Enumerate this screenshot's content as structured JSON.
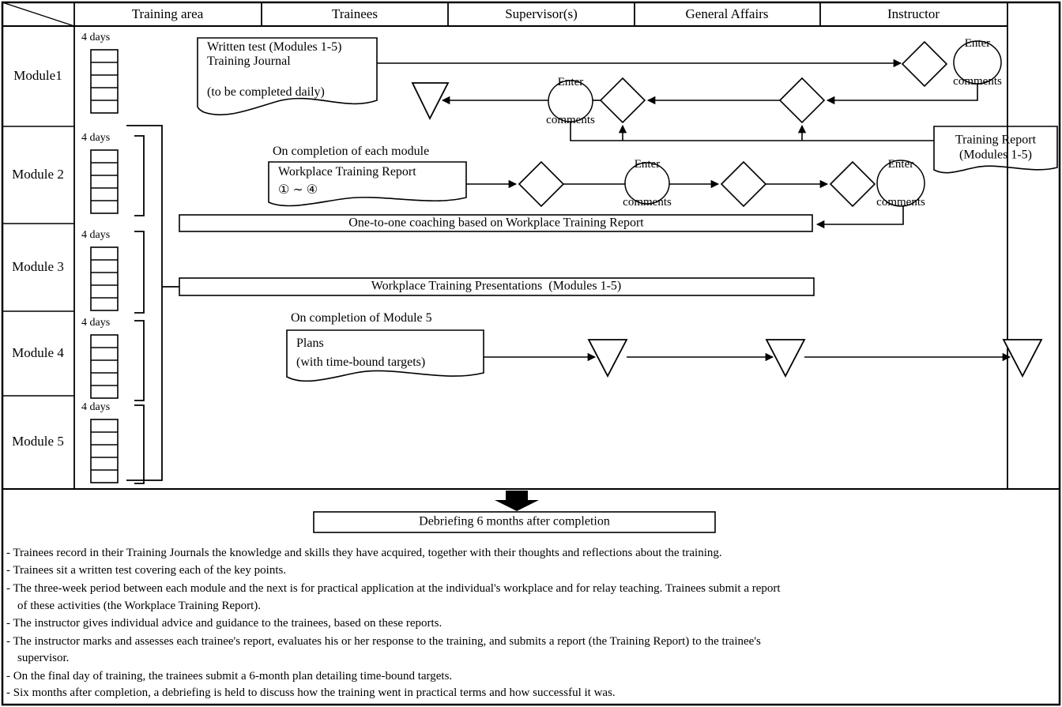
{
  "header": {
    "columns": [
      "Training area",
      "Trainees",
      "Supervisor(s)",
      "General Affairs",
      "Instructor"
    ]
  },
  "modules": [
    {
      "label": "Module1",
      "duration": "4 days"
    },
    {
      "label": "Module 2",
      "duration": "4 days"
    },
    {
      "label": "Module 3",
      "duration": "4 days"
    },
    {
      "label": "Module 4",
      "duration": "4 days"
    },
    {
      "label": "Module 5",
      "duration": "4 days"
    }
  ],
  "enter_comments": {
    "line1": "Enter",
    "line2": "comments"
  },
  "module1": {
    "document_line1": "Written test (Modules 1-5)",
    "document_line2": "Training Journal",
    "document_line3": "(to be completed daily)"
  },
  "training_report": {
    "line1": "Training Report",
    "line2": "(Modules 1-5)"
  },
  "module2": {
    "trigger": "On completion of each module",
    "document_line1": "Workplace Training Report",
    "document_line2": "① ∼ ④"
  },
  "coaching_bar": "One-to-one coaching based on Workplace Training Report",
  "presentations_bar": "Workplace Training Presentations  (Modules 1-5)",
  "module4": {
    "trigger": "On completion of Module 5",
    "document_line1": "Plans",
    "document_line2": "(with time-bound targets)"
  },
  "debriefing": "Debriefing 6 months after completion",
  "notes": [
    "- Trainees record in their Training Journals the knowledge and skills they have acquired, together with their thoughts and reflections about the training.",
    "- Trainees sit a written test covering each of the key points.",
    "- The three-week period between each module and the next is for practical application at the individual's workplace and for relay teaching. Trainees submit a report",
    "of these activities (the Workplace Training Report).",
    "- The instructor gives individual advice and guidance to the trainees, based on these reports.",
    "- The instructor marks and assesses each trainee's report, evaluates his or her response to the training, and submits a report (the Training Report) to the trainee's",
    "supervisor.",
    "- On the final day of training, the trainees submit a 6-month plan detailing time-bound targets.",
    "- Six months after completion, a debriefing is held to discuss how the training went in practical terms and how successful it was."
  ]
}
